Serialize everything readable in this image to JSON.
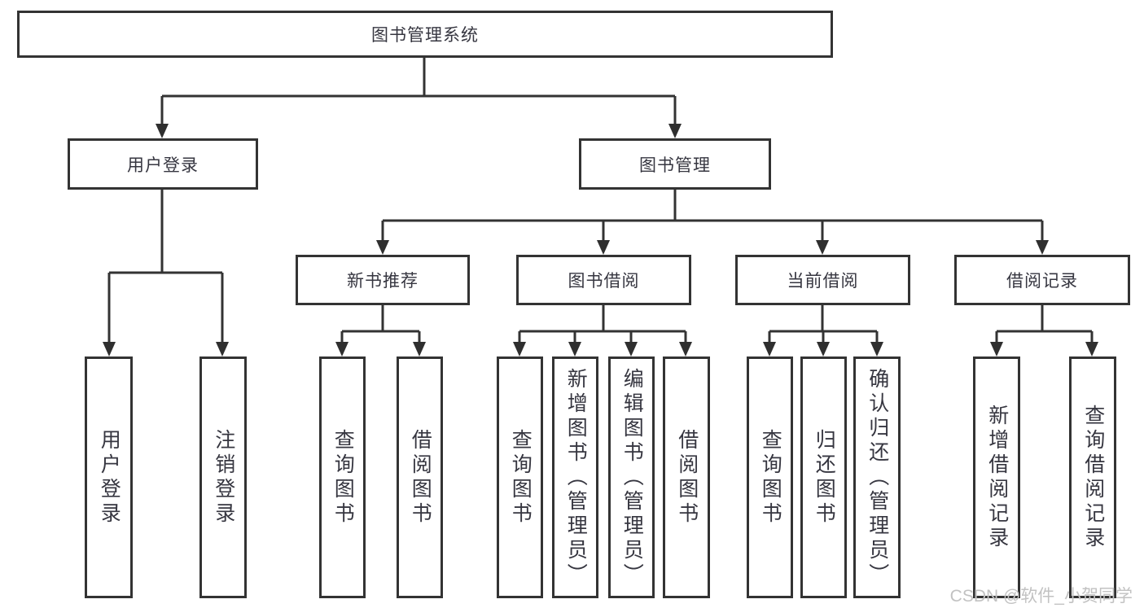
{
  "diagram": {
    "title": "图书管理系统",
    "branches": [
      {
        "label": "用户登录",
        "children": [
          {
            "label": "用户登录"
          },
          {
            "label": "注销登录"
          }
        ]
      },
      {
        "label": "图书管理",
        "children": [
          {
            "label": "新书推荐",
            "children": [
              {
                "label": "查询图书"
              },
              {
                "label": "借阅图书"
              }
            ]
          },
          {
            "label": "图书借阅",
            "children": [
              {
                "label": "查询图书"
              },
              {
                "label": "新增图书（管理员）"
              },
              {
                "label": "编辑图书（管理员）"
              },
              {
                "label": "借阅图书"
              }
            ]
          },
          {
            "label": "当前借阅",
            "children": [
              {
                "label": "查询图书"
              },
              {
                "label": "归还图书"
              },
              {
                "label": "确认归还（管理员）"
              }
            ]
          },
          {
            "label": "借阅记录",
            "children": [
              {
                "label": "新增借阅记录"
              },
              {
                "label": "查询借阅记录"
              }
            ]
          }
        ]
      }
    ]
  },
  "watermark": "CSDN @软件_小贺同学",
  "colors": {
    "line": "#333333",
    "box_border": "#333333",
    "text": "#363640",
    "watermark": "#c2c2c2",
    "background": "#ffffff"
  }
}
